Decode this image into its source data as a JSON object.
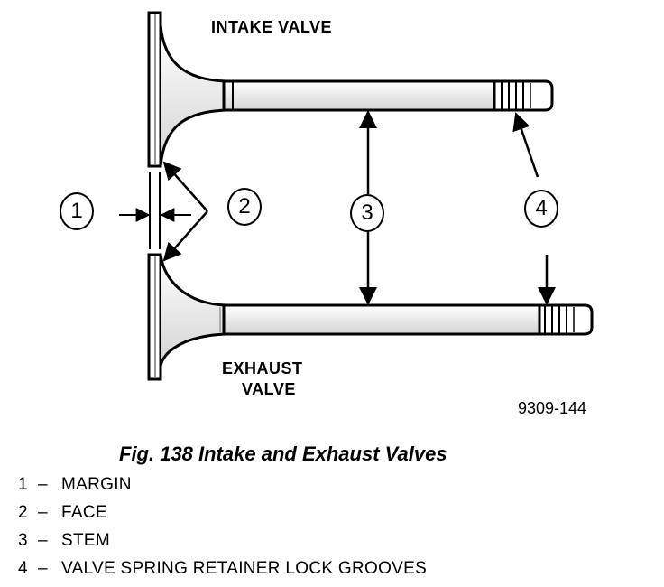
{
  "labels": {
    "intake": "INTAKE VALVE",
    "exhaust_line1": "EXHAUST",
    "exhaust_line2": "VALVE",
    "figure_code": "9309-144"
  },
  "callouts": [
    "1",
    "2",
    "3",
    "4"
  ],
  "caption": "Fig. 138 Intake and Exhaust Valves",
  "legend": [
    {
      "num": "1",
      "dash": "–",
      "text": "MARGIN"
    },
    {
      "num": "2",
      "dash": "–",
      "text": "FACE"
    },
    {
      "num": "3",
      "dash": "–",
      "text": "STEM"
    },
    {
      "num": "4",
      "dash": "–",
      "text": "VALVE SPRING RETAINER LOCK GROOVES"
    }
  ]
}
